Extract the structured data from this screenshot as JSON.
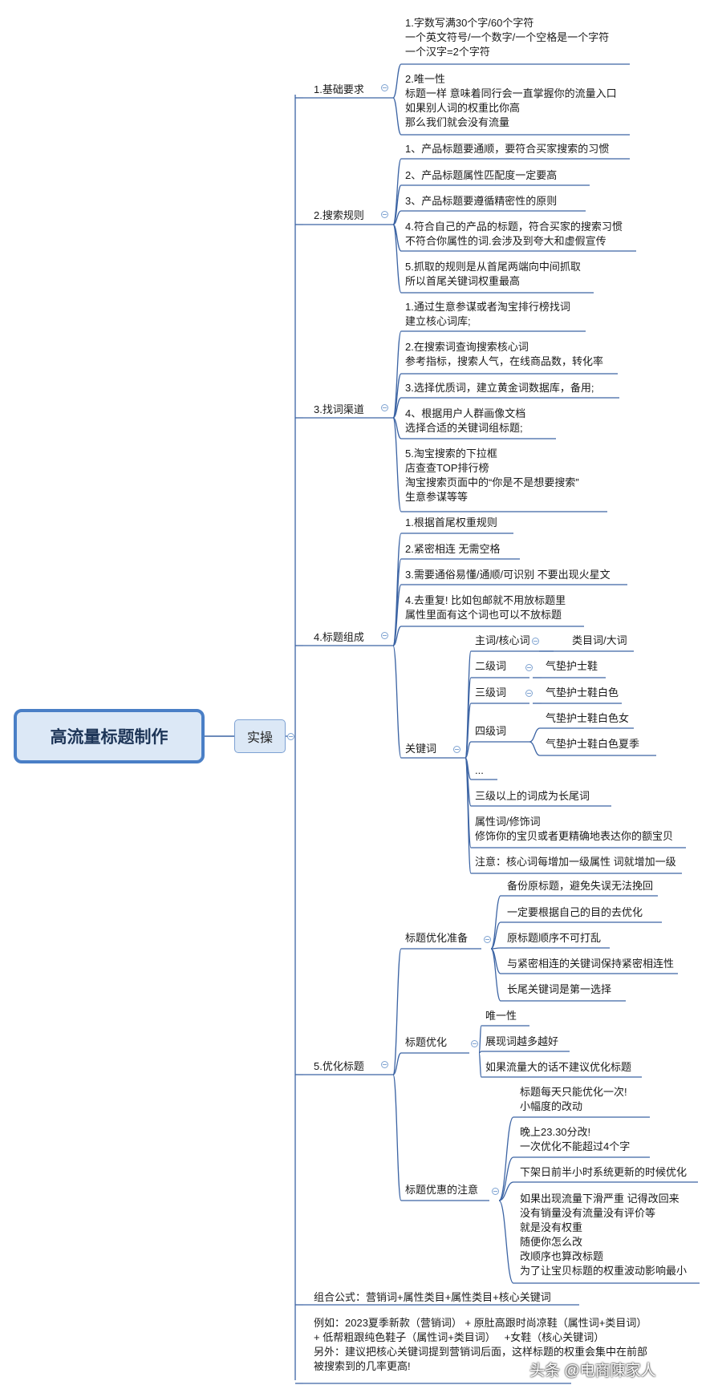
{
  "root": "高流量标题制作",
  "main": "实操",
  "watermark": "头条 @电商陳家人",
  "sections": [
    {
      "label": "1.基础要求",
      "items": [
        "1.字数写满30个字/60个字符\n一个英文符号/一个数字/一个空格是一个字符\n一个汉字=2个字符",
        "2.唯一性\n标题一样 意味着同行会一直掌握你的流量入口\n如果别人词的权重比你高\n那么我们就会没有流量"
      ]
    },
    {
      "label": "2.搜索规则",
      "items": [
        "1、产品标题要通顺，要符合买家搜索的习惯",
        "2、产品标题属性匹配度一定要高",
        "3、产品标题要遵循精密性的原则",
        "4.符合自己的产品的标题，符合买家的搜索习惯\n不符合你属性的词.会涉及到夸大和虚假宣传",
        "5.抓取的规则是从首尾两端向中间抓取\n所以首尾关键词权重最高"
      ]
    },
    {
      "label": "3.找词渠道",
      "items": [
        "1.通过生意参谋或者淘宝排行榜找词\n建立核心词库;",
        "2.在搜索词查询搜索核心词\n参考指标，搜索人气，在线商品数，转化率",
        "3.选择优质词，建立黄金词数据库，备用;",
        "4、根据用户人群画像文档\n选择合适的关键词组标题;",
        "5.淘宝搜索的下拉框\n店查查TOP排行榜\n淘宝搜索页面中的“你是不是想要搜索”\n生意参谋等等"
      ]
    },
    {
      "label": "4.标题组成",
      "items": [
        "1.根据首尾权重规则",
        "2.紧密相连 无需空格",
        "3.需要通俗易懂/通顺/可识别 不要出现火星文",
        "4.去重复! 比如包邮就不用放标题里\n属性里面有这个词也可以不放标题"
      ],
      "keyword": {
        "label": "关键词",
        "items": [
          {
            "label": "主词/核心词",
            "child": "类目词/大词"
          },
          {
            "label": "二级词",
            "child": "气垫护士鞋"
          },
          {
            "label": "三级词",
            "child": "气垫护士鞋白色"
          },
          {
            "label": "四级词",
            "children": [
              "气垫护士鞋白色女",
              "气垫护士鞋白色夏季"
            ]
          },
          {
            "label": "..."
          },
          {
            "label": "三级以上的词成为长尾词"
          },
          {
            "label": "属性词/修饰词\n修饰你的宝贝或者更精确地表达你的额宝贝"
          },
          {
            "label": "注意：核心词每增加一级属性 词就增加一级"
          }
        ]
      }
    },
    {
      "label": "5.优化标题",
      "groups": [
        {
          "label": "标题优化准备",
          "items": [
            "备份原标题，避免失误无法挽回",
            "一定要根据自己的目的去优化",
            "原标题顺序不可打乱",
            "与紧密相连的关键词保持紧密相连性",
            "长尾关键词是第一选择"
          ]
        },
        {
          "label": "标题优化",
          "items": [
            "唯一性",
            "展现词越多越好",
            "如果流量大的话不建议优化标题"
          ]
        },
        {
          "label": "标题优惠的注意",
          "items": [
            "标题每天只能优化一次!\n小幅度的改动",
            "晚上23.30分改!\n一次优化不能超过4个字",
            "下架日前半小时系统更新的时候优化",
            "如果出现流量下滑严重 记得改回来\n没有销量没有流量没有评价等\n就是没有权重\n随便你怎么改\n改顺序也算改标题\n为了让宝贝标题的权重波动影响最小"
          ]
        }
      ]
    },
    {
      "label": "组合公式：营销词+属性类目+属性类目+核心关键词"
    },
    {
      "label": "例如：2023夏季新款（营销词） + 原肚高跟时尚凉鞋（属性词+类目词）\n+ 低帮粗跟纯色鞋子（属性词+类目词）   +女鞋（核心关键词）\n另外：建议把核心关键词提到营销词后面，这样标题的权重会集中在前部\n被搜索到的几率更高!"
    }
  ]
}
